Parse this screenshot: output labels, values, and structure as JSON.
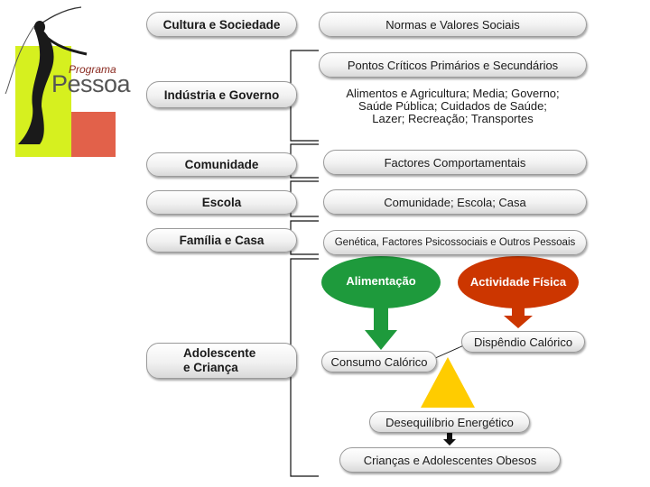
{
  "logo": {
    "line1": "Programa",
    "line2": "Pessoa",
    "colors": {
      "green": "#d6f01f",
      "red": "#e2614a",
      "text": "#555555"
    }
  },
  "left_column": [
    "Cultura e Sociedade",
    "Indústria e Governo",
    "Comunidade",
    "Escola",
    "Família e Casa",
    "Adolescente",
    "e Criança"
  ],
  "right_column": {
    "normas": "Normas e Valores Sociais",
    "pontos": "Pontos Críticos Primários e Secundários",
    "lista_l1": "Alimentos e Agricultura; Media; Governo;",
    "lista_l2": "Saúde Pública; Cuidados de Saúde;",
    "lista_l3": "Lazer; Recreação; Transportes",
    "comportamentais": "Factores Comportamentais",
    "comunidade": "Comunidade; Escola; Casa",
    "genetica": "Genética, Factores Psicossociais e Outros Pessoais"
  },
  "energy": {
    "alimentacao": "Alimentação",
    "actividade": "Actividade Física",
    "consumo": "Consumo Calórico",
    "dispendio": "Dispêndio Calórico",
    "desequilibrio": "Desequilíbrio Energético",
    "obesos": "Crianças e Adolescentes Obesos"
  },
  "colors": {
    "green": "#1e9a3c",
    "red": "#cc3600",
    "triangle": "#ffcc00",
    "bracket": "#111111"
  }
}
